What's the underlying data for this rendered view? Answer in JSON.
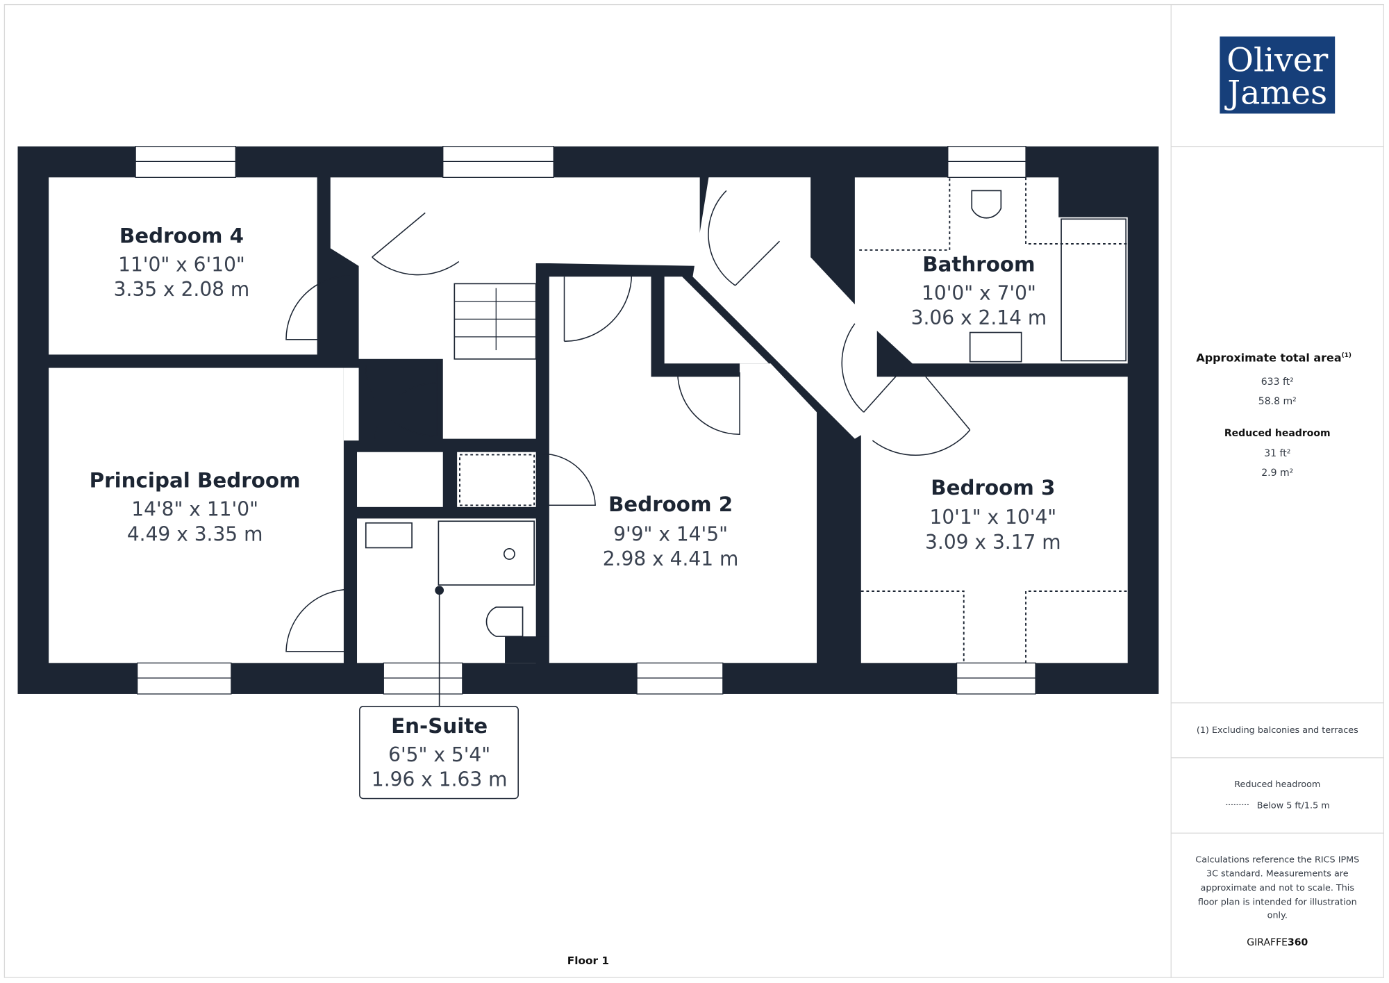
{
  "brand": {
    "logo_line1": "Oliver",
    "logo_line2": "James",
    "logo_color": "#163f7a",
    "software": "GIRAFFE",
    "software_bold": "360"
  },
  "floor_label": "Floor 1",
  "rooms": [
    {
      "name": "Bedroom 4",
      "imperial": "11'0\" x 6'10\"",
      "metric": "3.35 x 2.08 m"
    },
    {
      "name": "Principal Bedroom",
      "imperial": "14'8\" x 11'0\"",
      "metric": "4.49 x 3.35 m"
    },
    {
      "name": "Bedroom 2",
      "imperial": "9'9\" x 14'5\"",
      "metric": "2.98 x 4.41 m"
    },
    {
      "name": "Bathroom",
      "imperial": "10'0\" x 7'0\"",
      "metric": "3.06 x 2.14 m"
    },
    {
      "name": "Bedroom 3",
      "imperial": "10'1\" x 10'4\"",
      "metric": "3.09 x 3.17 m"
    },
    {
      "name": "En-Suite",
      "imperial": "6'5\" x 5'4\"",
      "metric": "1.96 x 1.63 m"
    }
  ],
  "sidebar": {
    "total_area_title": "Approximate total area",
    "total_area_sup": "(1)",
    "total_ft": "633 ft²",
    "total_m": "58.8 m²",
    "reduced_title": "Reduced headroom",
    "reduced_ft": "31 ft²",
    "reduced_m": "2.9 m²",
    "footnote": "(1) Excluding balconies and terraces",
    "legend_title": "Reduced headroom",
    "legend_text": "Below 5 ft/1.5 m",
    "disclaimer": [
      "Calculations reference the RICS IPMS",
      "3C standard. Measurements are",
      "approximate and not to scale. This",
      "floor plan is intended for illustration",
      "only."
    ]
  },
  "colors": {
    "wall": "#1c2533",
    "frame": "#d9d9d9"
  }
}
